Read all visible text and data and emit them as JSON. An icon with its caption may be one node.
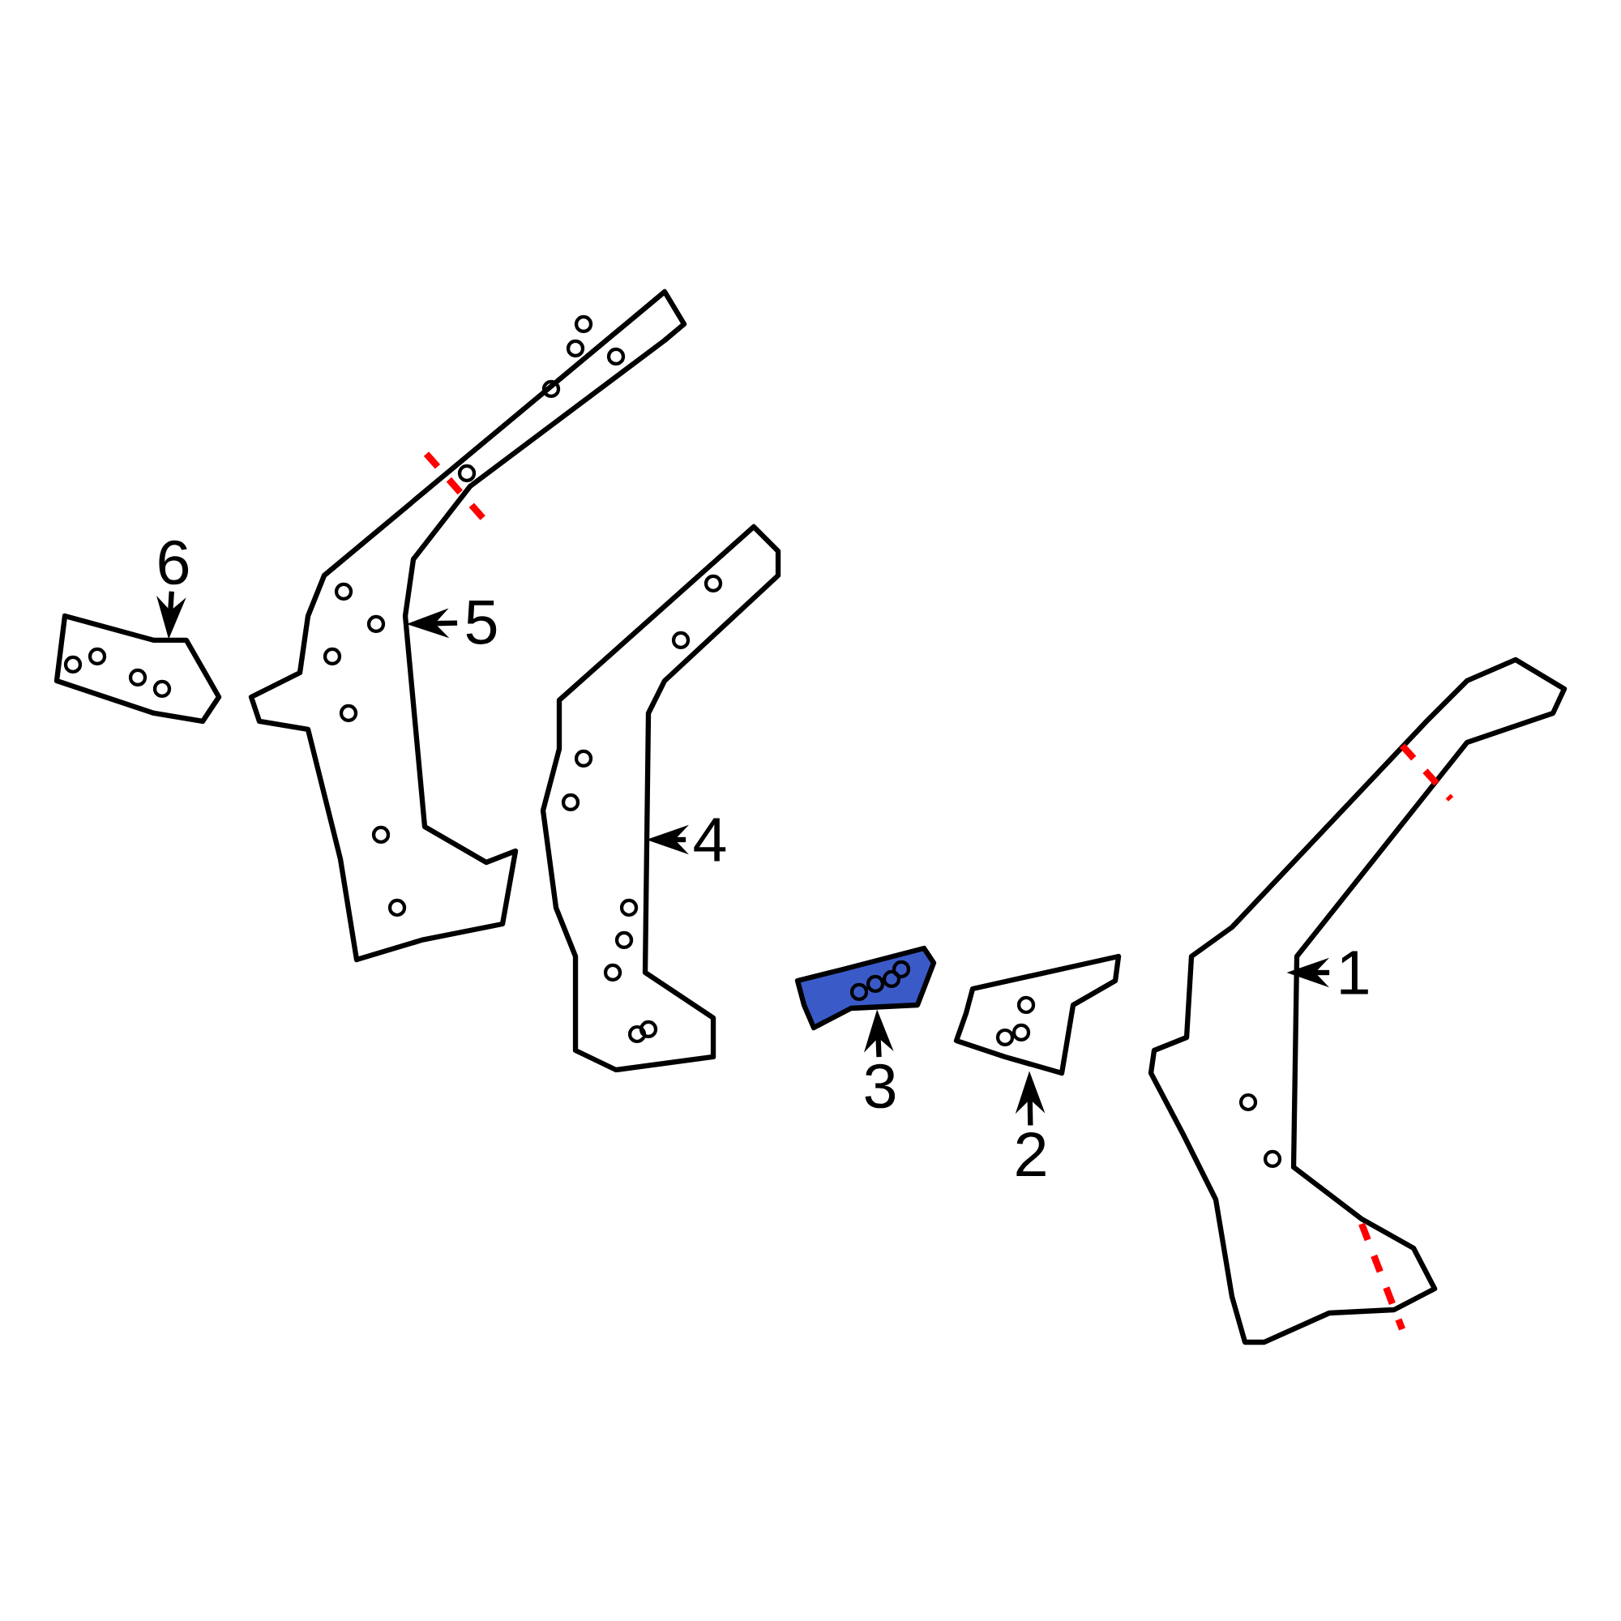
{
  "diagram": {
    "nodes": [
      {
        "text": [
          "1"
        ]
      },
      {
        "text": [
          "2"
        ]
      },
      {
        "text": [
          "3"
        ]
      },
      {
        "text": [
          "4"
        ]
      },
      {
        "text": [
          "5"
        ]
      },
      {
        "text": [
          "6"
        ]
      },
      {
        "text": [],
        "shape": "picture"
      },
      {
        "text": [],
        "shape": "picture"
      },
      {
        "text": [],
        "shape": "picture"
      },
      {
        "text": [],
        "shape": "picture"
      },
      {
        "text": [],
        "shape": "picture"
      },
      {
        "text": [],
        "shape": "picture"
      }
    ],
    "edges": [
      {
        "from": 0,
        "to": 6,
        "arrow": "to"
      },
      {
        "from": 1,
        "to": 7,
        "arrow": "to"
      },
      {
        "from": 2,
        "to": 8,
        "arrow": "to"
      },
      {
        "from": 3,
        "to": 9,
        "arrow": "to"
      },
      {
        "from": 4,
        "to": 10,
        "arrow": "to"
      },
      {
        "from": 5,
        "to": 11,
        "arrow": "to"
      }
    ]
  }
}
